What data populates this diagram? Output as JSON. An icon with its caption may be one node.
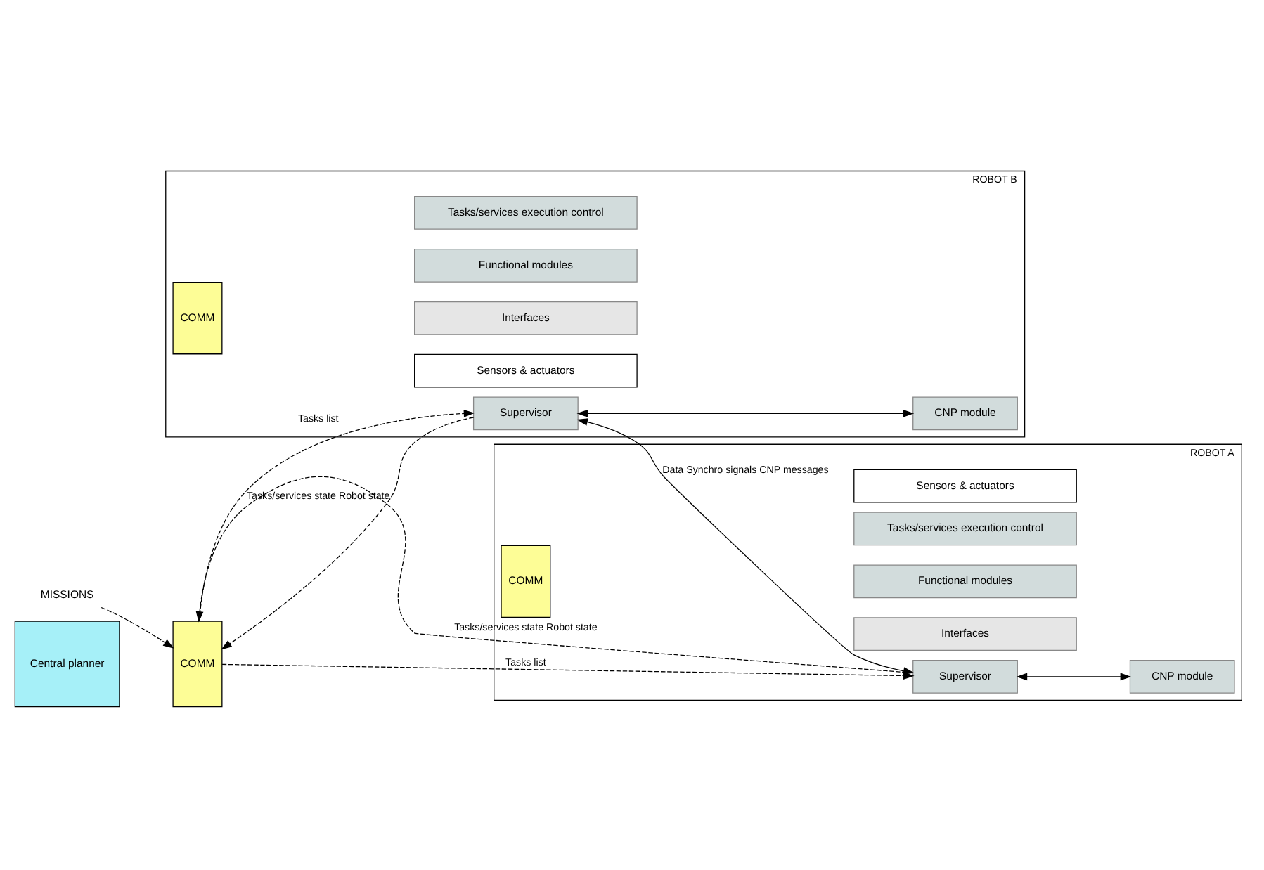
{
  "diagram": {
    "nodes": [
      {
        "text": [
          "MISSIONS"
        ]
      },
      {
        "text": [
          "Central planner"
        ]
      },
      {
        "text": [
          "COMM"
        ]
      },
      {
        "text": [
          "ROBOT A"
        ]
      },
      {
        "text": [
          "COMM"
        ],
        "in": 3
      },
      {
        "text": [
          "Supervisor"
        ],
        "in": 3
      },
      {
        "text": [
          "CNP module"
        ],
        "in": 3
      },
      {
        "text": [
          "Tasks/services execution control"
        ],
        "in": 3
      },
      {
        "text": [
          "Functional modules"
        ],
        "in": 3
      },
      {
        "text": [
          "Interfaces"
        ],
        "in": 3
      },
      {
        "text": [
          "Sensors & actuators"
        ],
        "in": 3
      },
      {
        "text": [
          "ROBOT B"
        ]
      },
      {
        "text": [
          "COMM"
        ],
        "in": 11
      },
      {
        "text": [
          "Supervisor"
        ],
        "in": 11
      },
      {
        "text": [
          "CNP module"
        ],
        "in": 11
      },
      {
        "text": [
          "Tasks/services execution control"
        ],
        "in": 11
      },
      {
        "text": [
          "Functional modules"
        ],
        "in": 11
      },
      {
        "text": [
          "Interfaces"
        ],
        "in": 11
      },
      {
        "text": [
          "Sensors & actuators"
        ],
        "in": 11
      }
    ],
    "edges": [
      {
        "from": 0,
        "to": 2,
        "arrow": "to",
        "style": "dashed"
      },
      {
        "from": 5,
        "to": 2,
        "arrow": "to",
        "style": "dashed",
        "label": "Tasks/services state Robot state"
      },
      {
        "from": 2,
        "to": 5,
        "arrow": "to",
        "style": "dashed",
        "label": "Tasks list"
      },
      {
        "from": 5,
        "to": 6,
        "arrow": "both"
      },
      {
        "from": 5,
        "to": 13,
        "arrow": "both",
        "label": "Data Synchro signals CNP messages"
      },
      {
        "from": 2,
        "to": 13,
        "arrow": "to",
        "style": "dashed",
        "label": "Tasks list"
      },
      {
        "from": 13,
        "to": 2,
        "arrow": "to",
        "style": "dashed",
        "label": "Tasks/services state Robot state"
      },
      {
        "from": 13,
        "to": 14,
        "arrow": "both"
      }
    ]
  }
}
